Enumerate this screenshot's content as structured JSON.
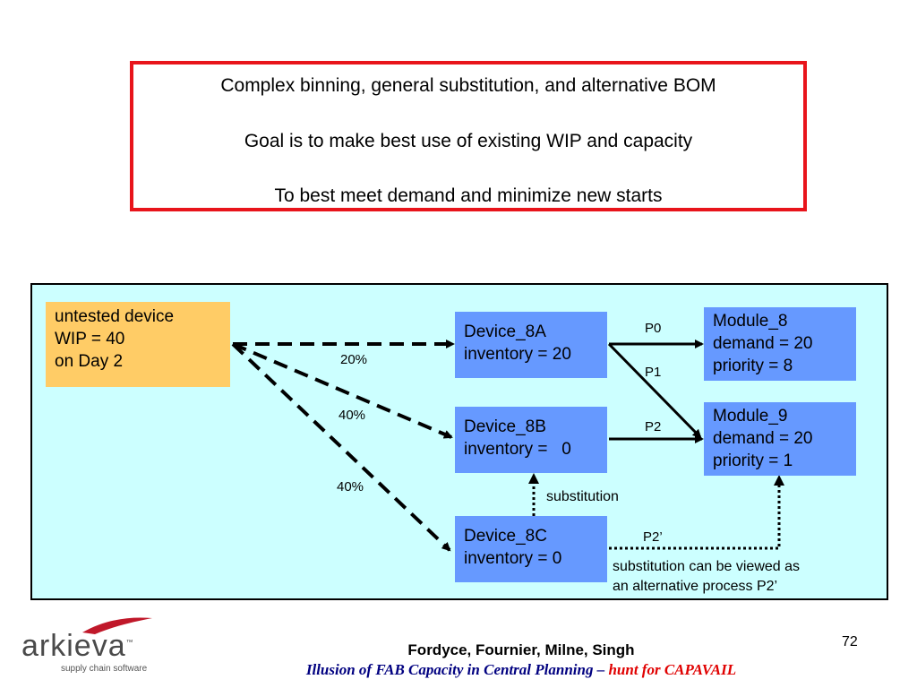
{
  "goal_box": {
    "lines": [
      "Complex binning, general substitution, and alternative BOM",
      "Goal is to make best use of existing WIP and capacity",
      "To best meet demand and minimize new starts"
    ]
  },
  "diagram": {
    "wip": {
      "lines": [
        "untested device",
        "WIP = 40",
        "on Day 2"
      ]
    },
    "device_8a": {
      "lines": [
        "Device_8A",
        "inventory = 20"
      ]
    },
    "device_8b": {
      "lines": [
        "Device_8B",
        "inventory =   0"
      ]
    },
    "device_8c": {
      "lines": [
        "Device_8C",
        "inventory = 0"
      ]
    },
    "module_8": {
      "lines": [
        "Module_8",
        "demand = 20",
        "priority = 8"
      ]
    },
    "module_9": {
      "lines": [
        "Module_9",
        "demand = 20",
        "priority = 1"
      ]
    },
    "percent_a": "20%",
    "percent_b": "40%",
    "percent_c": "40%",
    "process_p0": "P0",
    "process_p1": "P1",
    "process_p2": "P2",
    "process_p2_alt": "P2’",
    "substitution_label": "substitution",
    "note_lines": [
      "substitution can be viewed as",
      "an alternative process P2’"
    ],
    "colors": {
      "wip_fill": "#ffcc66",
      "node_fill": "#6699ff",
      "background": "#ccffff"
    }
  },
  "footer": {
    "page_number": "72",
    "authors": "Fordyce, Fournier, Milne, Singh",
    "subtitle_main": "Illusion of FAB Capacity in Central Planning – ",
    "subtitle_highlight": "hunt for CAPAVAIL",
    "logo_word": "arkieva",
    "logo_tm": "™",
    "logo_tagline": "supply chain software"
  }
}
